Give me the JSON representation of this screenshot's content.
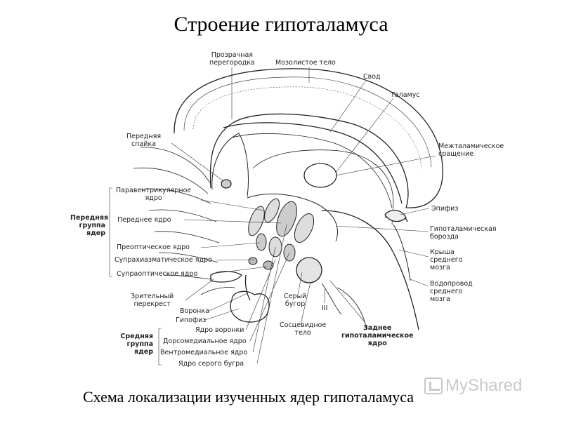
{
  "title": "Строение гипоталамуса",
  "caption": "Схема локализации изученных ядер гипоталамуса",
  "watermark": "MyShared",
  "labels": {
    "septum": "Прозрачная\nперегородка",
    "corpus_callosum": "Мозолистое тело",
    "fornix": "Свод",
    "thalamus": "Таламус",
    "anterior_commissure": "Передняя\nспайка",
    "interthalamic_adhesion": "Межталамическое\nсращение",
    "paraventricular": "Паравентрикулярное\nядро",
    "anterior_nucleus": "Переднее ядро",
    "preoptic": "Преоптическое ядро",
    "suprachiasmatic": "Супрахиазматическое ядро",
    "supraoptic": "Супраоптическое ядро",
    "optic_chiasm": "Зрительный\nперекрест",
    "infundibulum": "Воронка",
    "hypophysis": "Гипофиз",
    "infundibular_nucleus": "Ядро воронки",
    "dorsomedial": "Дорсомедиальное ядро",
    "ventromedial": "Вентромедиальное ядро",
    "tuber_nucleus": "Ядро серого бугра",
    "epiphysis": "Эпифиз",
    "hypothalamic_sulcus": "Гипоталамическая\nборозда",
    "tectum": "Крыша\nсреднего\nмозга",
    "aqueduct": "Водопровод\nсреднего\nмозга",
    "tuber_cinereum": "Серый\nбугор",
    "mammillary_body": "Сосцевидное\nтело",
    "numeral_iii": "III",
    "posterior_group": "Заднее\nгипоталамическое\nядро"
  },
  "groups": {
    "anterior": "Передняя\nгруппа\nядер",
    "middle": "Средняя\nгруппа\nядер"
  }
}
